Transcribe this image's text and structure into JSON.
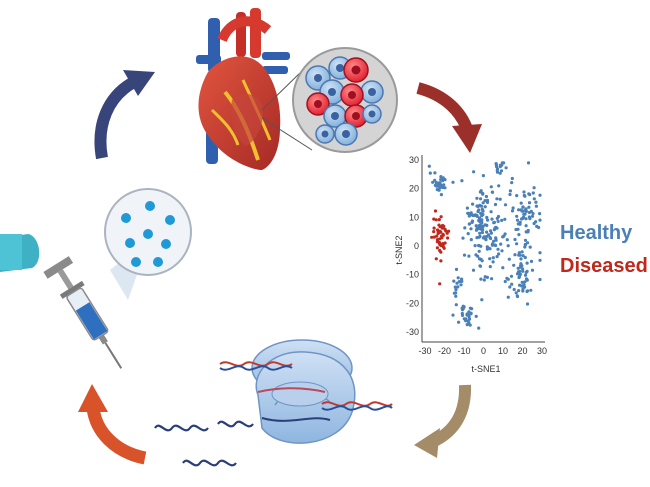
{
  "colors": {
    "healthy": "#4a80b8",
    "diseased": "#c0281c",
    "arrow_navy": "#38457a",
    "arrow_darkred": "#9b2f2a",
    "arrow_tan": "#a58c68",
    "arrow_orange": "#d9532a"
  },
  "icons": [
    "heart-icon",
    "cell-cluster-icon",
    "tsne-plot",
    "ribosome-icon",
    "rna-strand-icon",
    "syringe-icon",
    "particles-icon",
    "capsule-icon"
  ],
  "legend": {
    "healthy": "Healthy",
    "diseased": "Diseased"
  },
  "chart_data": {
    "type": "scatter",
    "xlabel": "t-SNE1",
    "ylabel": "t-SNE2",
    "xlim": [
      -30,
      30
    ],
    "ylim": [
      -30,
      30
    ],
    "xticks": [
      "-30",
      "-20",
      "-10",
      "0",
      "10",
      "20",
      "30"
    ],
    "yticks": [
      "30",
      "20",
      "10",
      "0",
      "-10",
      "-20",
      "-30"
    ],
    "series": [
      {
        "name": "Healthy",
        "clusters": [
          {
            "cx": -22,
            "cy": 22,
            "sx": 3.5,
            "sy": 2.5,
            "n": 30
          },
          {
            "cx": 8,
            "cy": 28,
            "sx": 2.5,
            "sy": 2,
            "n": 14
          },
          {
            "cx": -3,
            "cy": 10,
            "sx": 5,
            "sy": 6,
            "n": 60
          },
          {
            "cx": 3,
            "cy": 3,
            "sx": 7,
            "sy": 11,
            "n": 100
          },
          {
            "cx": 22,
            "cy": 10,
            "sx": 5,
            "sy": 8,
            "n": 80
          },
          {
            "cx": 19,
            "cy": -11,
            "sx": 4,
            "sy": 5,
            "n": 50
          },
          {
            "cx": -8,
            "cy": -25,
            "sx": 4,
            "sy": 2.5,
            "n": 30
          },
          {
            "cx": -14,
            "cy": -13,
            "sx": 2.5,
            "sy": 3,
            "n": 14
          }
        ]
      },
      {
        "name": "Diseased",
        "clusters": [
          {
            "cx": -22,
            "cy": 3,
            "sx": 2.5,
            "sy": 5,
            "n": 55
          }
        ]
      }
    ]
  }
}
